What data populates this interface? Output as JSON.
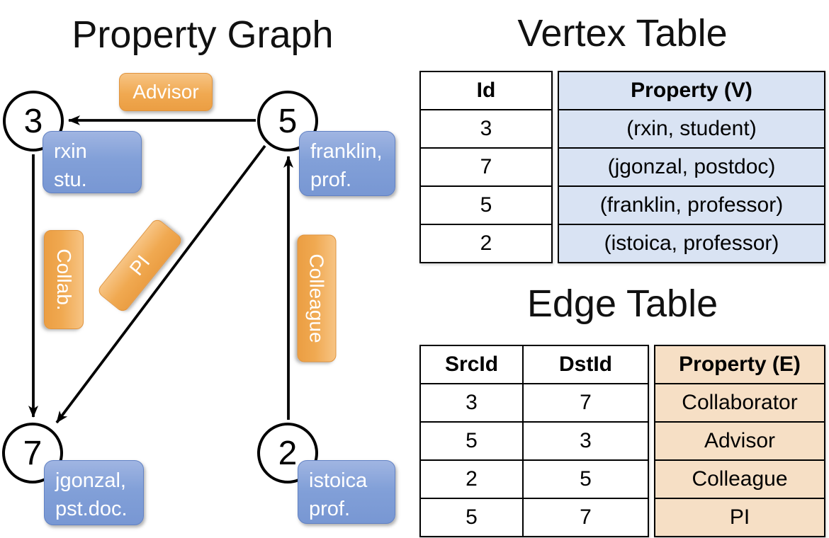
{
  "graph": {
    "title": "Property Graph",
    "nodes": [
      {
        "id": "3",
        "line1": "rxin",
        "line2": "stu."
      },
      {
        "id": "5",
        "line1": "franklin,",
        "line2": "prof."
      },
      {
        "id": "7",
        "line1": "jgonzal,",
        "line2": "pst.doc."
      },
      {
        "id": "2",
        "line1": "istoica",
        "line2": "prof."
      }
    ],
    "edge_labels": [
      {
        "label": "Advisor"
      },
      {
        "label": "Collab."
      },
      {
        "label": "PI"
      },
      {
        "label": "Colleague"
      }
    ]
  },
  "vertex_table": {
    "title": "Vertex Table",
    "columns": [
      "Id",
      "Property (V)"
    ],
    "rows": [
      [
        "3",
        "(rxin, student)"
      ],
      [
        "7",
        "(jgonzal, postdoc)"
      ],
      [
        "5",
        "(franklin, professor)"
      ],
      [
        "2",
        "(istoica, professor)"
      ]
    ]
  },
  "edge_table": {
    "title": "Edge Table",
    "columns": [
      "SrcId",
      "DstId",
      "Property (E)"
    ],
    "rows": [
      [
        "3",
        "7",
        "Collaborator"
      ],
      [
        "5",
        "3",
        "Advisor"
      ],
      [
        "2",
        "5",
        "Colleague"
      ],
      [
        "5",
        "7",
        "PI"
      ]
    ]
  },
  "colors": {
    "vertex_property_bg": "#d9e3f3",
    "edge_property_bg": "#f6dfc5",
    "node_label_blue": "#7e9cd6",
    "edge_label_orange": "#efa54c",
    "line_black": "#000000"
  }
}
